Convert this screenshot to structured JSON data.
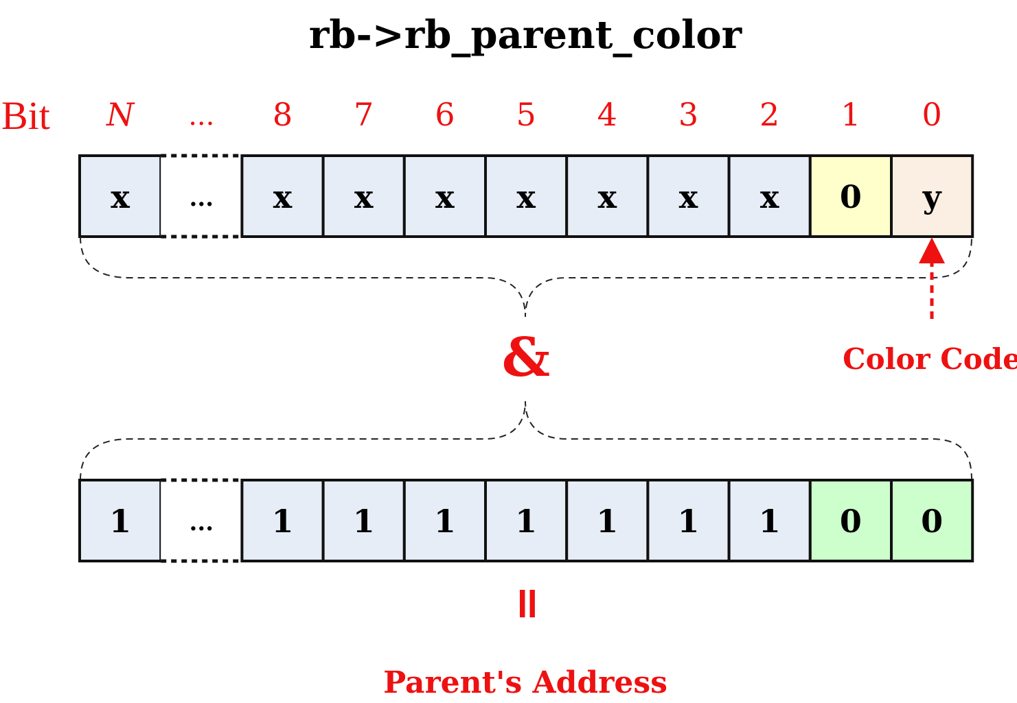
{
  "title": "rb->rb_parent_color",
  "bit_row_label": "Bit",
  "bit_indices": [
    "N",
    "...",
    "8",
    "7",
    "6",
    "5",
    "4",
    "3",
    "2",
    "1",
    "0"
  ],
  "top_row": {
    "cells": [
      "x",
      "...",
      "x",
      "x",
      "x",
      "x",
      "x",
      "x",
      "x",
      "0",
      "y"
    ],
    "kinds": [
      "addr",
      "gap",
      "addr",
      "addr",
      "addr",
      "addr",
      "addr",
      "addr",
      "addr",
      "reserved",
      "color"
    ]
  },
  "bottom_row": {
    "cells": [
      "1",
      "...",
      "1",
      "1",
      "1",
      "1",
      "1",
      "1",
      "1",
      "0",
      "0"
    ],
    "kinds": [
      "addr",
      "gap",
      "addr",
      "addr",
      "addr",
      "addr",
      "addr",
      "addr",
      "addr",
      "mask",
      "mask"
    ]
  },
  "operator_symbol": "&",
  "equals_symbol": "=",
  "color_code_label": "Color Code",
  "result_label": "Parent's Address",
  "colors": {
    "accent": "#ee1111",
    "text": "#000000",
    "cell_border": "#111111",
    "addr_fill": "#e6edf6",
    "gap_fill": "#ffffff",
    "reserved_fill": "#ffffcc",
    "color_fill": "#fbeee2",
    "mask_fill": "#ccffcc",
    "brace": "#222222"
  }
}
